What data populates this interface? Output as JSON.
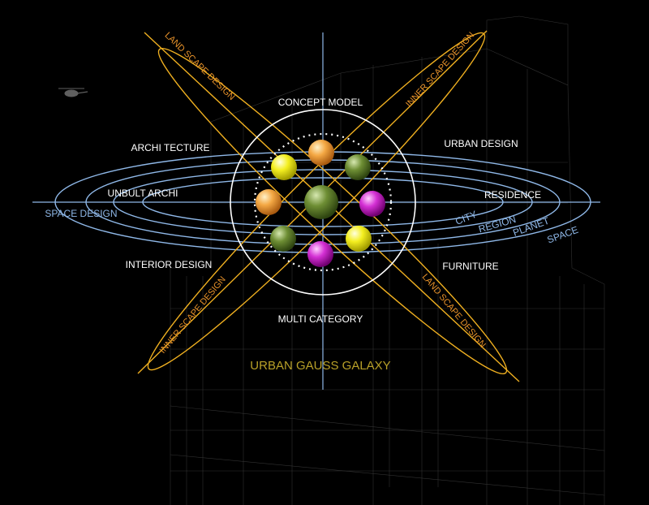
{
  "diagram": {
    "title": "URBAN GAUSS GALAXY",
    "labels": {
      "concept_model": "CONCEPT MODEL",
      "multi_category": "MULTI CATEGORY",
      "archi_tecture": "ARCHI TECTURE",
      "urban_design": "URBAN DESIGN",
      "unbult_archi": "UNBULT ARCHI",
      "residence": "RESIDENCE",
      "space_design": "SPACE DESIGN",
      "interior_design": "INTERIOR DESIGN",
      "furniture": "FURNITURE"
    },
    "scale_labels": {
      "city": "CITY",
      "region": "REGION",
      "planet": "PLANET",
      "space": "SPACE"
    },
    "diagonal_labels": {
      "land_scape_top": "LAND SCAPE DESIGN",
      "inner_scape_top": "INNER SCAPE DESIGN",
      "inner_scape_bottom": "INNER SCAPE DESIGN",
      "land_scape_bottom": "LAND SCAPE DESIGN"
    }
  },
  "colors": {
    "background": "#000000",
    "orbit_blue": "#8fb8e8",
    "axis_yellow": "#f0b020",
    "label_white": "#ffffff",
    "label_orange": "#e8922a",
    "title_olive": "#b8a028",
    "sphere_orange": "#f0a040",
    "sphere_yellow": "#f4f020",
    "sphere_green": "#6a8a30",
    "sphere_magenta": "#d030d0"
  }
}
